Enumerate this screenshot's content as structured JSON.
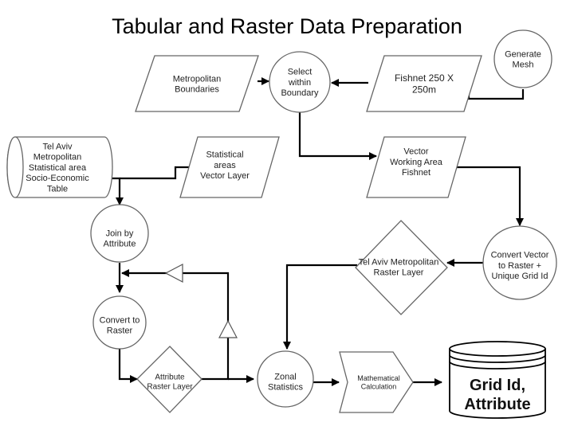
{
  "title": "Tabular and Raster Data Preparation",
  "nodes": {
    "generate_mesh": [
      "Generate",
      "Mesh"
    ],
    "metro_boundaries": [
      "Metropolitan",
      "Boundaries"
    ],
    "select_within_boundary": [
      "Select",
      "within",
      "Boundary"
    ],
    "fishnet": [
      "Fishnet 250 X",
      "250m"
    ],
    "tel_aviv_table": [
      "Tel Aviv",
      "Metropolitan",
      "Statistical area",
      "Socio-Economic",
      "Table"
    ],
    "stat_areas_vector": [
      "Statistical",
      "areas",
      "Vector Layer"
    ],
    "vector_working_area": [
      "Vector",
      "Working Area",
      "Fishnet"
    ],
    "join_by_attribute": [
      "Join by",
      "Attribute"
    ],
    "tel_aviv_raster_layer": [
      "Tel Aviv Metropolitan",
      "Raster Layer"
    ],
    "convert_vector_to_raster": [
      "Convert Vector",
      "to Raster +",
      "Unique Grid Id"
    ],
    "convert_to_raster": [
      "Convert to",
      "Raster"
    ],
    "attribute_raster_layer": [
      "Attribute",
      "Raster Layer"
    ],
    "zonal_statistics": [
      "Zonal",
      "Statistics"
    ],
    "math_calculation": [
      "Mathematical",
      "Calculation"
    ],
    "grid_id_attribute": [
      "Grid Id,",
      "Attribute"
    ]
  }
}
